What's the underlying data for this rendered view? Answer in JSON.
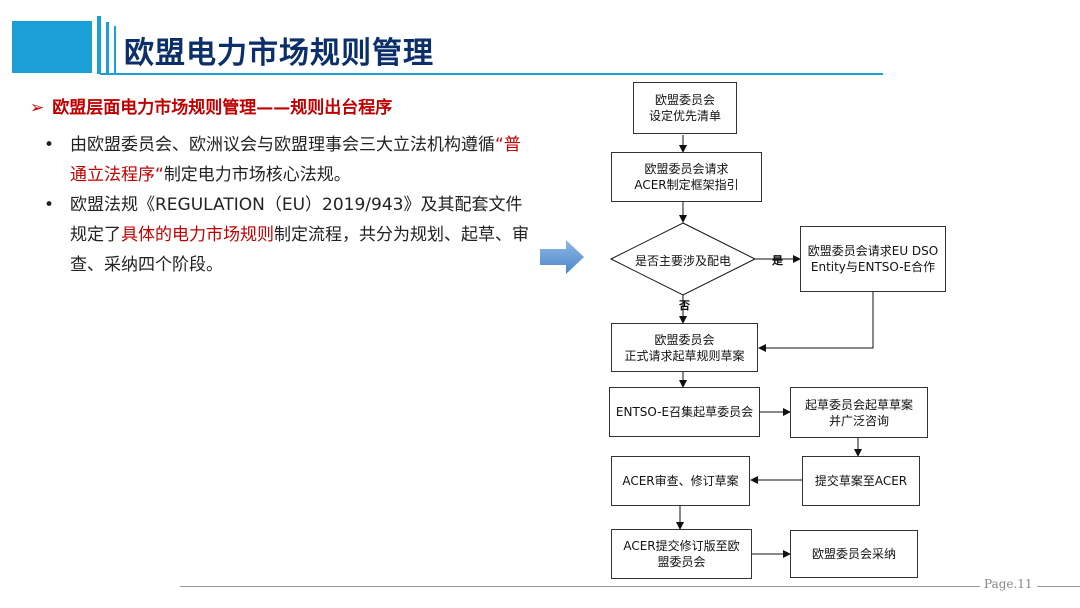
{
  "title": "欧盟电力市场规则管理",
  "section": {
    "arrow": "➢",
    "heading": "欧盟层面电力市场规则管理——规则出台程序"
  },
  "bullets": [
    {
      "dot": "•",
      "before": "由欧盟委员会、欧洲议会与欧盟理事会三大立法机构遵循",
      "highlight": "“普通立法程序“",
      "after": "制定电力市场核心法规。"
    },
    {
      "dot": "•",
      "before": "欧盟法规《REGULATION（EU）2019/943》及其配套文件规定了",
      "highlight": "具体的电力市场规则",
      "after": "制定流程，共分为规划、起草、审查、采纳四个阶段。"
    }
  ],
  "flow": {
    "box1": "欧盟委员会\n设定优先清单",
    "box2": "欧盟委员会请求\nACER制定框架指引",
    "decision": "是否主要涉及配电",
    "yes_label": "是",
    "no_label": "否",
    "box_dso": "欧盟委员会请求EU DSO\nEntity与ENTSO-E合作",
    "box3": "欧盟委员会\n正式请求起草规则草案",
    "box4": "ENTSO-E召集起草委员会",
    "box5": "起草委员会起草草案\n并广泛咨询",
    "box6": "提交草案至ACER",
    "box7": "ACER审查、修订草案",
    "box8": "ACER提交修订版至欧\n盟委员会",
    "box9": "欧盟委员会采纳"
  },
  "colors": {
    "accent": "#1a9fd6",
    "title": "#0b2f6b",
    "highlight": "#c00000",
    "arrow": "#5b9bd5"
  },
  "footer": {
    "page": "Page.11"
  }
}
